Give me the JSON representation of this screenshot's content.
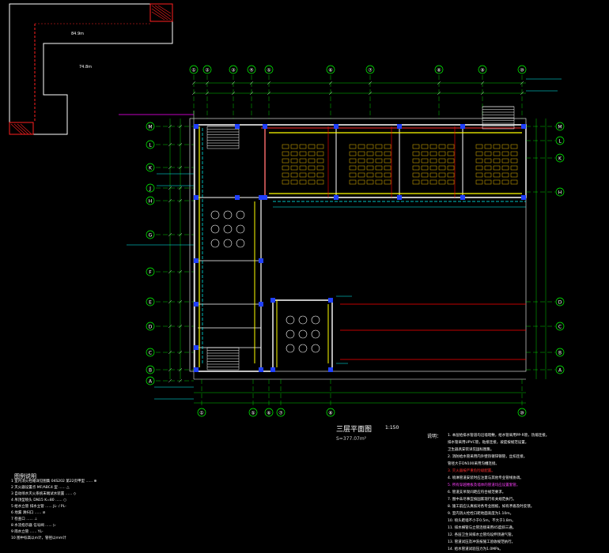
{
  "drawing": {
    "title": "三层平面图",
    "scale": "1:150",
    "subtitle": "S=377.07m²"
  },
  "minimap": {
    "label_a": "84.9m",
    "label_b": "74.8m"
  },
  "grid_top": [
    "①",
    "②",
    "③",
    "④",
    "⑤",
    "⑥",
    "⑦",
    "⑧",
    "⑨",
    "⑩"
  ],
  "grid_bottom": [
    "①",
    "⑤",
    "⑥",
    "⑦",
    "⑧",
    "⑩"
  ],
  "grid_left": [
    "M",
    "L",
    "K",
    "J",
    "H",
    "G",
    "F",
    "E",
    "D",
    "C",
    "B",
    "A"
  ],
  "grid_right": [
    "M",
    "L",
    "K",
    "H",
    "D",
    "C",
    "B",
    "A"
  ],
  "notes_left": {
    "heading": "图例说明",
    "lines": [
      "1  室内消火栓箱详见图集 04S202 第22页甲型    ......    ⊕",
      "2  灭火器设置点     MF/ABC4 型    ......    △",
      "3  自动喷水灭火系统末端试水装置    ......    ◇",
      "4  吊顶型喷头 DN15  K=80 ......  ○",
      "5  给水立管  排水立管  ......  JL- / PL-",
      "6  地漏  清扫口  ......  ⊘",
      "7  检查口  ......  ⊥",
      "8  水流指示器  信号阀  ......  ▷",
      "9  雨水立管  ......  YL-",
      "10  图中标高以m计，管径以mm计"
    ]
  },
  "notes_right": {
    "heading": "说明：",
    "lines": [
      "1.  本层给排水管道均沿墙暗敷，给水管采用PP-R管，热熔连接。",
      "    排水管采用UPVC管，粘接连接，坡度按规范设置。",
      "    卫生器具安装详见国标图集。",
      "2.  消防给水管采用内外壁热镀锌钢管，丝扣连接。",
      "    管径大于DN100采用沟槽连接。",
      "3.  灭火器按严重危险级配置。",
      "4.  喷淋管道安装时应注意与其他专业管线协调。",
      "5.  所有穿越楼板及墙体的管道均应设置套管。",
      "6.  管道支吊架间距应符合规范要求。",
      "7.  图中未尽事宜按国家现行有关规范执行。",
      "8.  施工前应认真核对各专业图纸，如有矛盾及时反馈。",
      "9.  室内消火栓栓口距地面高度为1.10m。",
      "10. 喷头距墙不小于0.5m，不大于1.8m。",
      "11. 排水横管与立管连接采用45度斜三通。",
      "12. 各层卫生间排水立管均设伸顶通气管。",
      "13. 管道试压及冲洗按施工验收规范执行。",
      "14. 给水管道试验压力为1.0MPa。"
    ]
  },
  "colors": {
    "wall": "#ffffff",
    "grid": "#00ff00",
    "pipe_yellow": "#ffff00",
    "pipe_cyan": "#00ffff",
    "pipe_red": "#ff0000",
    "pipe_magenta": "#ff00ff",
    "column": "#2040ff",
    "background": "#000000"
  }
}
